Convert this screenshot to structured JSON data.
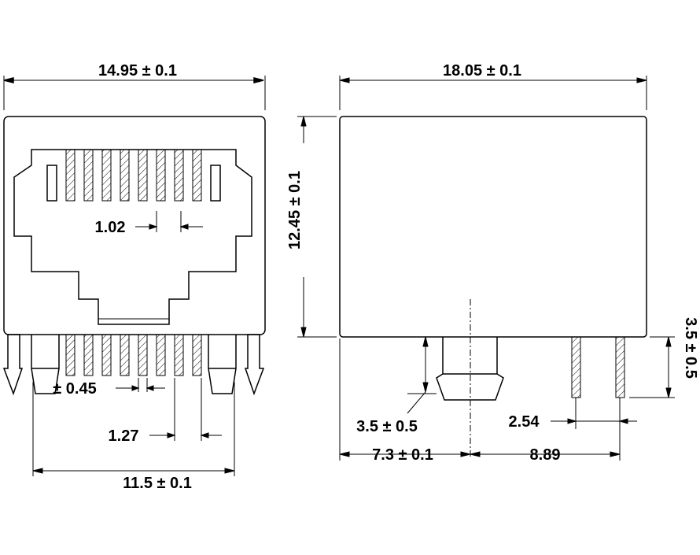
{
  "drawing": {
    "front_view": {
      "overall_width": "14.95 ± 0.1",
      "pin_pitch": "1.02",
      "pin_width": "± 0.45",
      "pin_offset": "1.27",
      "mount_pitch": "11.5 ± 0.1"
    },
    "side_view": {
      "overall_length": "18.05 ± 0.1",
      "body_height": "12.45 ± 0.1",
      "post_length": "3.5 ± 0.5",
      "pin_length": "3.5 ± 0.5",
      "pin_pitch": "2.54",
      "post_offset": "7.3 ± 0.1",
      "row_offset": "8.89"
    }
  },
  "colors": {
    "line": "#000000",
    "background": "#ffffff"
  }
}
